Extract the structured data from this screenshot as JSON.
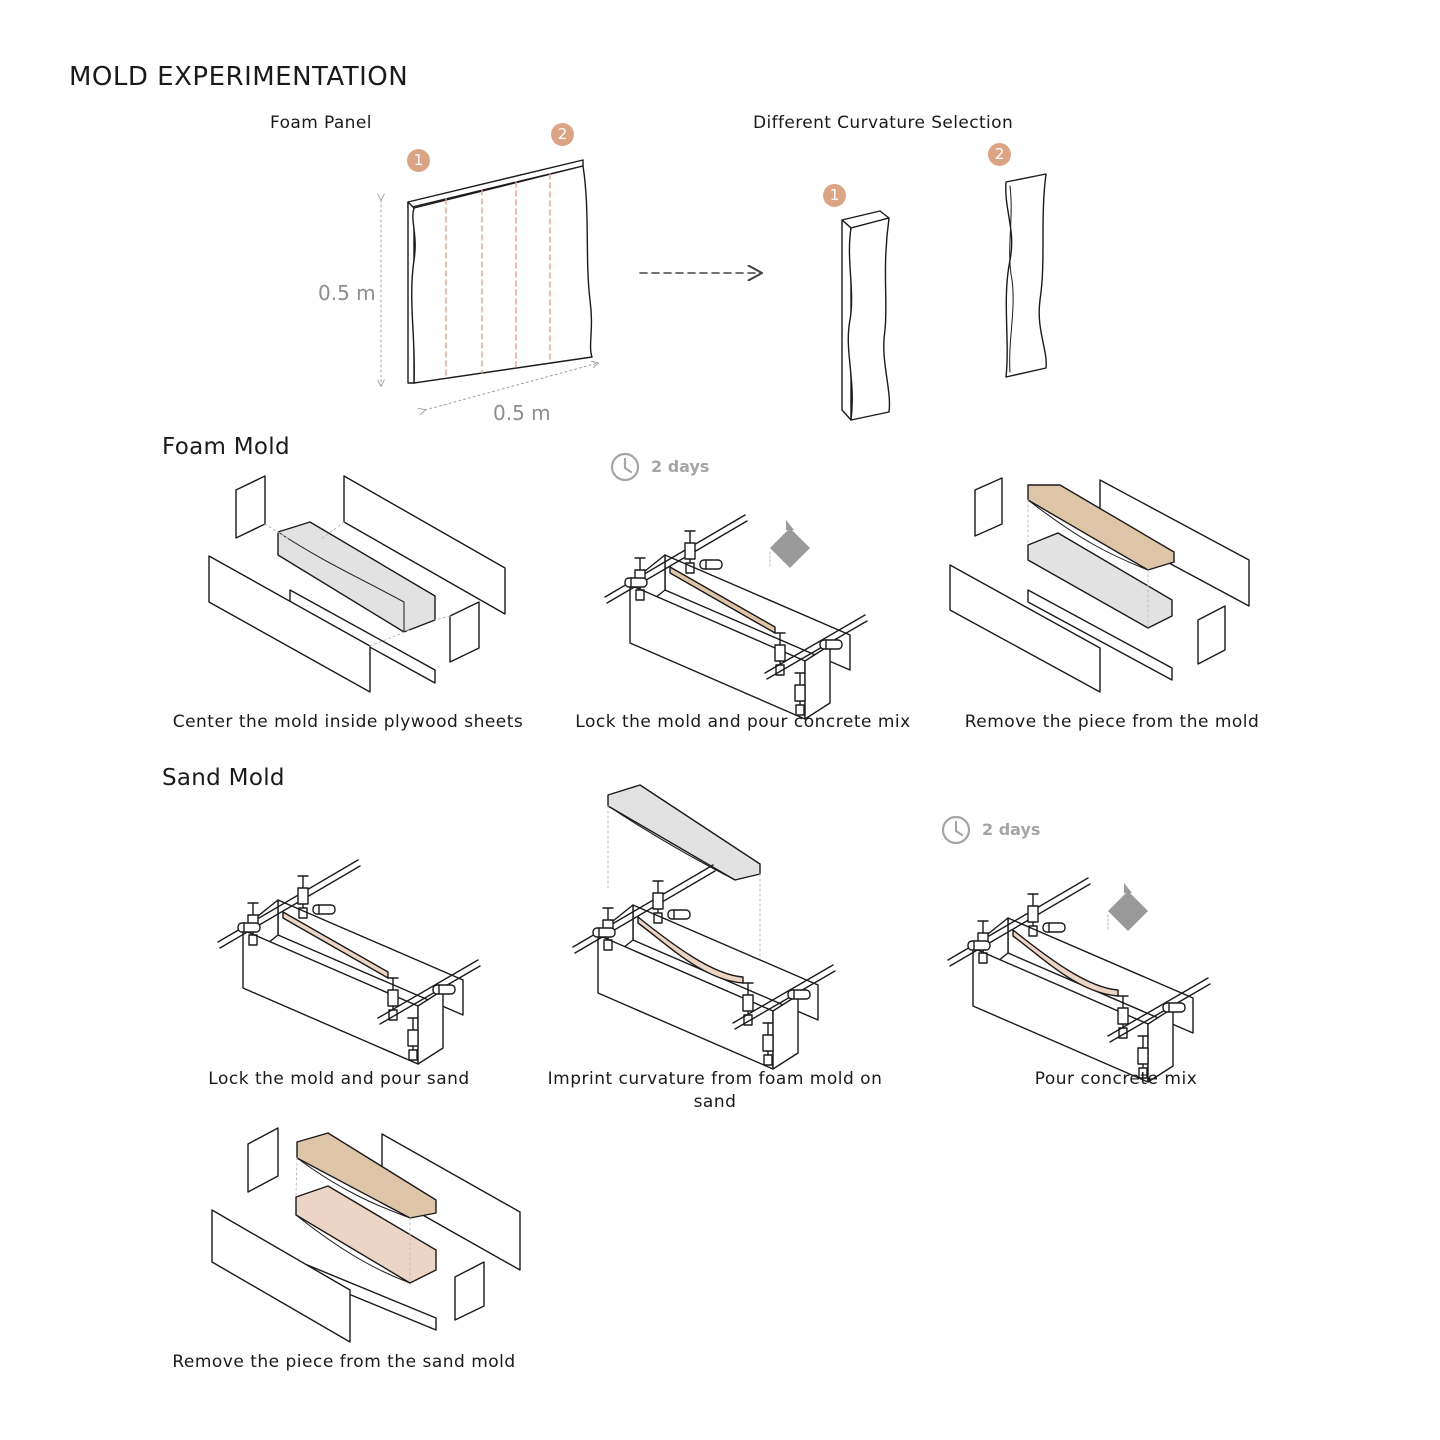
{
  "title": "MOLD EXPERIMENTATION",
  "top": {
    "foam_panel_label": "Foam Panel",
    "curvature_label": "Different Curvature Selection",
    "badge_1": "1",
    "badge_2": "2",
    "dim_height": "0.5 m",
    "dim_width": "0.5 m"
  },
  "foam_mold": {
    "heading": "Foam Mold",
    "timer": "2 days",
    "steps": [
      "Center the mold inside plywood sheets",
      "Lock the mold and pour concrete mix",
      "Remove the piece from the mold"
    ]
  },
  "sand_mold": {
    "heading": "Sand Mold",
    "timer": "2 days",
    "steps": [
      "Lock the mold and pour sand",
      "Imprint curvature from foam mold on sand",
      "Pour concrete mix",
      "Remove the piece from the sand mold"
    ]
  },
  "colors": {
    "accent": "#dba585",
    "wood": "#dfc5a8",
    "foam": "#e2e2e2",
    "concrete": "#d8d8d8",
    "sand": "#ecd5c5"
  }
}
